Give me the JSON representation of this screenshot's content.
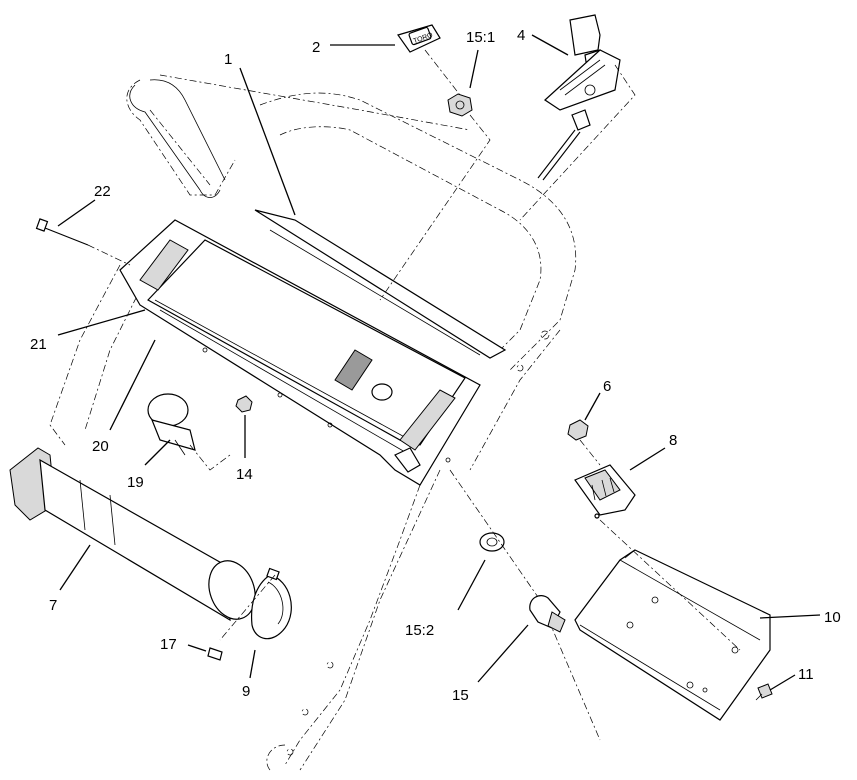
{
  "callouts": [
    {
      "id": "c1",
      "label": "1"
    },
    {
      "id": "c2",
      "label": "2"
    },
    {
      "id": "c15-1",
      "label": "15:1"
    },
    {
      "id": "c4",
      "label": "4"
    },
    {
      "id": "c22",
      "label": "22"
    },
    {
      "id": "c21",
      "label": "21"
    },
    {
      "id": "c20",
      "label": "20"
    },
    {
      "id": "c19",
      "label": "19"
    },
    {
      "id": "c14",
      "label": "14"
    },
    {
      "id": "c6",
      "label": "6"
    },
    {
      "id": "c8",
      "label": "8"
    },
    {
      "id": "c7",
      "label": "7"
    },
    {
      "id": "c10",
      "label": "10"
    },
    {
      "id": "c11",
      "label": "11"
    },
    {
      "id": "c15-2",
      "label": "15:2"
    },
    {
      "id": "c17",
      "label": "17"
    },
    {
      "id": "c9",
      "label": "9"
    },
    {
      "id": "c15",
      "label": "15"
    }
  ],
  "ignition_key_text": "TORO"
}
